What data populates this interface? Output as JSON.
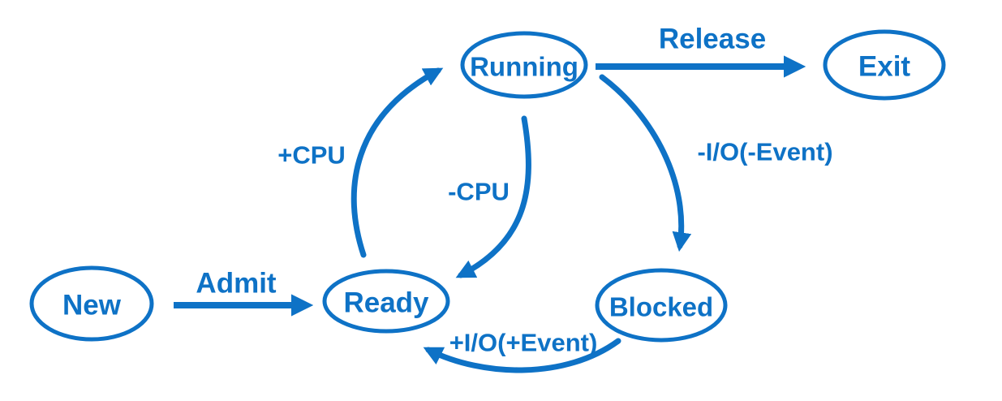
{
  "colors": {
    "line": "#0e72c6",
    "background": "#ffffff"
  },
  "states": [
    {
      "id": "new",
      "label": "New"
    },
    {
      "id": "ready",
      "label": "Ready"
    },
    {
      "id": "running",
      "label": "Running"
    },
    {
      "id": "blocked",
      "label": "Blocked"
    },
    {
      "id": "exit",
      "label": "Exit"
    }
  ],
  "transitions": [
    {
      "id": "admit",
      "label": "Admit",
      "from": "new",
      "to": "ready"
    },
    {
      "id": "get-cpu",
      "label": "+CPU",
      "from": "ready",
      "to": "running"
    },
    {
      "id": "lose-cpu",
      "label": "-CPU",
      "from": "running",
      "to": "ready"
    },
    {
      "id": "release",
      "label": "Release",
      "from": "running",
      "to": "exit"
    },
    {
      "id": "io-request",
      "label": "-I/O(-Event)",
      "from": "running",
      "to": "blocked"
    },
    {
      "id": "io-complete",
      "label": "+I/O(+Event)",
      "from": "blocked",
      "to": "ready"
    }
  ]
}
